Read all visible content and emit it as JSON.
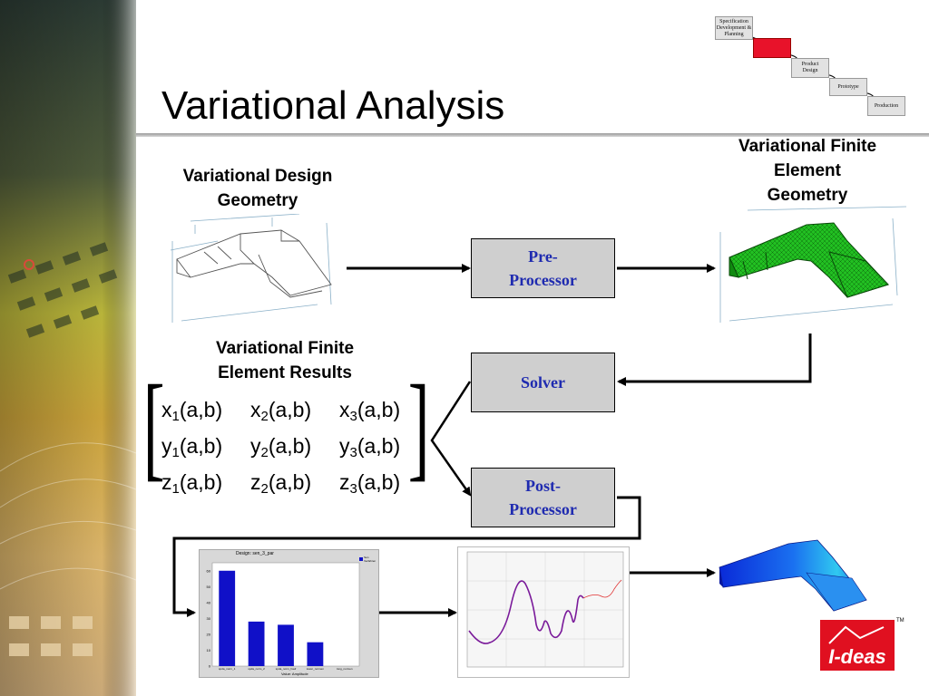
{
  "slide": {
    "title": "Variational Analysis"
  },
  "labels": {
    "design_geometry_l1": "Variational Design",
    "design_geometry_l2": "Geometry",
    "fe_geometry_l1": "Variational Finite",
    "fe_geometry_l2": "Element",
    "fe_geometry_l3": "Geometry",
    "fe_results_l1": "Variational Finite",
    "fe_results_l2": "Element Results"
  },
  "boxes": {
    "preprocessor_l1": "Pre-",
    "preprocessor_l2": "Processor",
    "solver": "Solver",
    "postprocessor_l1": "Post-",
    "postprocessor_l2": "Processor"
  },
  "matrix": {
    "rows": [
      [
        {
          "v": "x",
          "i": "1"
        },
        {
          "v": "x",
          "i": "2"
        },
        {
          "v": "x",
          "i": "3"
        }
      ],
      [
        {
          "v": "y",
          "i": "1"
        },
        {
          "v": "y",
          "i": "2"
        },
        {
          "v": "y",
          "i": "3"
        }
      ],
      [
        {
          "v": "z",
          "i": "1"
        },
        {
          "v": "z",
          "i": "2"
        },
        {
          "v": "z",
          "i": "3"
        }
      ]
    ],
    "args": "(a,b)"
  },
  "process_steps": [
    {
      "label_l1": "Specification",
      "label_l2": "Development &",
      "label_l3": "Planning",
      "active": false
    },
    {
      "label_l1": "",
      "label_l2": "",
      "label_l3": "",
      "active": true
    },
    {
      "label_l1": "Product",
      "label_l2": "Design",
      "label_l3": "",
      "active": false
    },
    {
      "label_l1": "Prototype",
      "label_l2": "",
      "label_l3": "",
      "active": false
    },
    {
      "label_l1": "Production",
      "label_l2": "",
      "label_l3": "",
      "active": false
    }
  ],
  "logo": {
    "text": "I-deas",
    "tm": "TM"
  },
  "colors": {
    "box_fill": "#cfcfcf",
    "box_text": "#1f2bb0",
    "mesh_green": "#1fb81f",
    "bar_blue": "#1010c8",
    "logo_red": "#e01020"
  },
  "chart_data": {
    "type": "bar",
    "title": "Design: sen_3_par",
    "categories": [
      "spda_norm_1",
      "spda_norm_2",
      "spda_norm_hauf",
      "tower_normen",
      "long_normen"
    ],
    "values": [
      60,
      28,
      26,
      15,
      0
    ],
    "ylim": [
      0,
      65
    ],
    "yticks": [
      "0",
      "10",
      "20",
      "30",
      "40",
      "50",
      "60"
    ],
    "xlabel": "Value: Amplitude",
    "legend": "Sen Verfahren"
  }
}
